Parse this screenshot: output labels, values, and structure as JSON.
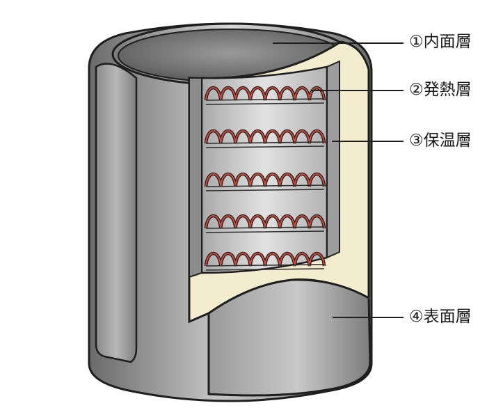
{
  "labels": {
    "inner": "①内面層",
    "heating": "②発熱層",
    "insulation": "③保温層",
    "surface": "④表面層"
  },
  "colors": {
    "shell_dark": "#6b6b6b",
    "shell_light": "#c9c9c9",
    "insulation": "#f4ecce",
    "core": "#d7d7d7",
    "heater_wire": "#d24a3a",
    "outline": "#1e1e1e"
  }
}
